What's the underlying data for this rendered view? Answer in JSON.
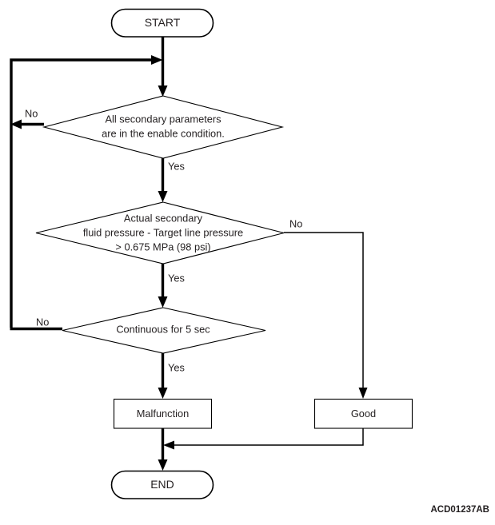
{
  "figure": {
    "code": "ACD01237AB",
    "background_color": "#ffffff",
    "line_color": "#000000",
    "text_color": "#231f20"
  },
  "nodes": {
    "start": {
      "label": "START",
      "type": "terminator"
    },
    "decision_secondary_parameters": {
      "type": "decision",
      "line1": "All secondary parameters",
      "line2": "are in the enable condition."
    },
    "decision_pressure": {
      "type": "decision",
      "line1": "Actual secondary",
      "line2": "fluid pressure - Target line pressure",
      "line3": "> 0.675 MPa (98 psi)"
    },
    "decision_continuous": {
      "type": "decision",
      "line1": "Continuous for 5 sec"
    },
    "malfunction": {
      "label": "Malfunction",
      "type": "process"
    },
    "good": {
      "label": "Good",
      "type": "process"
    },
    "end": {
      "label": "END",
      "type": "terminator"
    }
  },
  "edge_labels": {
    "no_secondary_parameters": "No",
    "yes_secondary_parameters": "Yes",
    "no_pressure": "No",
    "yes_pressure": "Yes",
    "no_continuous": "No",
    "yes_continuous": "Yes"
  }
}
